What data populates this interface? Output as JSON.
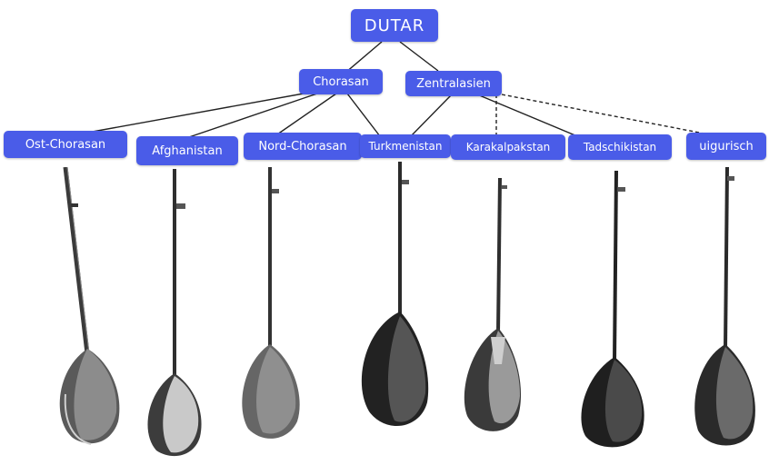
{
  "root": {
    "label": "DUTAR"
  },
  "groups": [
    {
      "id": "chorasan",
      "label": "Chorasan"
    },
    {
      "id": "zentralasien",
      "label": "Zentralasien"
    }
  ],
  "leaves": [
    {
      "id": "ost-chorasan",
      "label": "Ost-Chorasan",
      "parent": "chorasan",
      "link": "solid"
    },
    {
      "id": "afghanistan",
      "label": "Afghanistan",
      "parent": "chorasan",
      "link": "solid"
    },
    {
      "id": "nord-chorasan",
      "label": "Nord-Chorasan",
      "parent": "chorasan",
      "link": "solid"
    },
    {
      "id": "turkmenistan",
      "label": "Turkmenistan",
      "parent": "chorasan+zentralasien",
      "link": "solid"
    },
    {
      "id": "karakalpakstan",
      "label": "Karakalpakstan",
      "parent": "zentralasien",
      "link": "dashed"
    },
    {
      "id": "tadschikistan",
      "label": "Tadschikistan",
      "parent": "zentralasien",
      "link": "solid"
    },
    {
      "id": "uigurisch",
      "label": "uigurisch",
      "parent": "zentralasien",
      "link": "dashed"
    }
  ],
  "colors": {
    "node_fill": "#4a5ce8",
    "node_text": "#ffffff",
    "edge": "#222222",
    "wood_dark": "#2b2b2b",
    "wood_mid": "#6e6e6e",
    "wood_light": "#bdbdbd"
  },
  "images": [
    {
      "name": "dutar-ost-chorasan"
    },
    {
      "name": "dutar-afghanistan"
    },
    {
      "name": "dutar-nord-chorasan"
    },
    {
      "name": "dutar-turkmenistan"
    },
    {
      "name": "dutar-karakalpakstan"
    },
    {
      "name": "dutar-tadschikistan"
    },
    {
      "name": "dutar-uigurisch"
    }
  ]
}
